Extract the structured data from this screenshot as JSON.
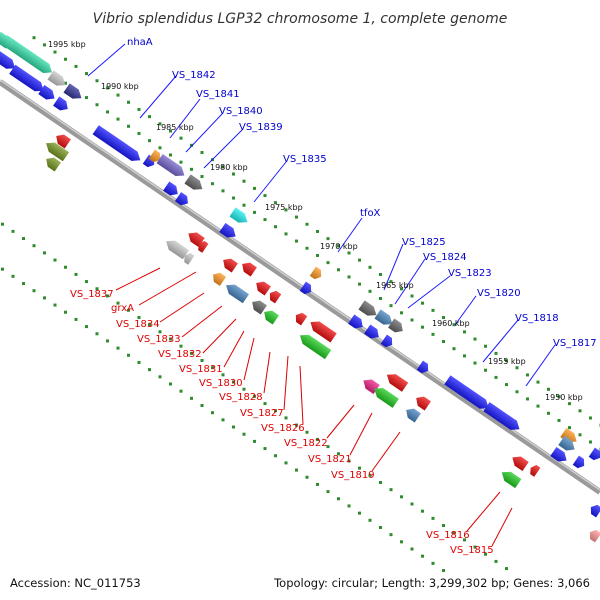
{
  "title": "Vibrio splendidus LGP32 chromosome 1, complete genome",
  "accession": "Accession: NC_011753",
  "topology": "Topology: circular; Length: 3,299,302 bp; Genes: 3,066",
  "kbp_ticks": [
    "1995 kbp",
    "1990 kbp",
    "1985 kbp",
    "1980 kbp",
    "1975 kbp",
    "1970 kbp",
    "1965 kbp",
    "1960 kbp",
    "1955 kbp",
    "1950 kbp"
  ],
  "forward_labels": [
    "nhaA",
    "VS_1842",
    "VS_1841",
    "VS_1840",
    "VS_1839",
    "VS_1835",
    "tfoX",
    "VS_1825",
    "VS_1824",
    "VS_1823",
    "VS_1820",
    "VS_1818",
    "VS_1817"
  ],
  "reverse_labels": [
    "VS_1837",
    "grxA",
    "VS_1834",
    "VS_1833",
    "VS_1832",
    "VS_1831",
    "VS_1830",
    "VS_1828",
    "VS_1827",
    "VS_1826",
    "VS_1822",
    "VS_1821",
    "VS_1819",
    "VS_1816",
    "VS_1815"
  ],
  "colors": {
    "backbone": "#808080",
    "tick_dots": "#2e8b2e",
    "forward_label": "#0000cc",
    "reverse_label": "#dd0000",
    "gene_blue": "#1a1aff",
    "gene_red": "#ee1111",
    "gene_green": "#22cc22",
    "gene_orange": "#ff9922",
    "gene_cyan": "#22eeee",
    "gene_purple": "#7766cc",
    "gene_navy": "#333399",
    "gene_gray": "#666666",
    "gene_lightgray": "#c8c8c8",
    "gene_steelblue": "#4a86c0",
    "gene_teal": "#33ddaa",
    "gene_olive": "#779922",
    "gene_magenta": "#ee2288",
    "gene_pink": "#ff9999"
  }
}
